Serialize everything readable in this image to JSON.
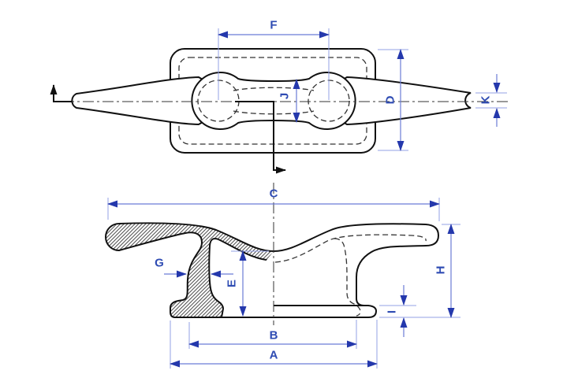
{
  "drawing": {
    "subject": "cleat two-view dimensioned engineering drawing",
    "views": [
      {
        "name": "top-view",
        "dimension_labels": [
          "F",
          "J",
          "D",
          "K"
        ]
      },
      {
        "name": "side-section-view",
        "dimension_labels": [
          "C",
          "G",
          "E",
          "H",
          "I",
          "B",
          "A"
        ]
      }
    ]
  },
  "dims": {
    "A": "A",
    "B": "B",
    "C": "C",
    "D": "D",
    "E": "E",
    "F": "F",
    "G": "G",
    "H": "H",
    "I": "I",
    "J": "J",
    "K": "K"
  },
  "colors": {
    "drawing_line": "#111111",
    "hidden_line": "#333333",
    "dimension_line": "#6b7cd6",
    "extension_line": "#93a0e4",
    "arrow": "#2438ac",
    "label": "#2f4cb3",
    "background": "#ffffff"
  }
}
